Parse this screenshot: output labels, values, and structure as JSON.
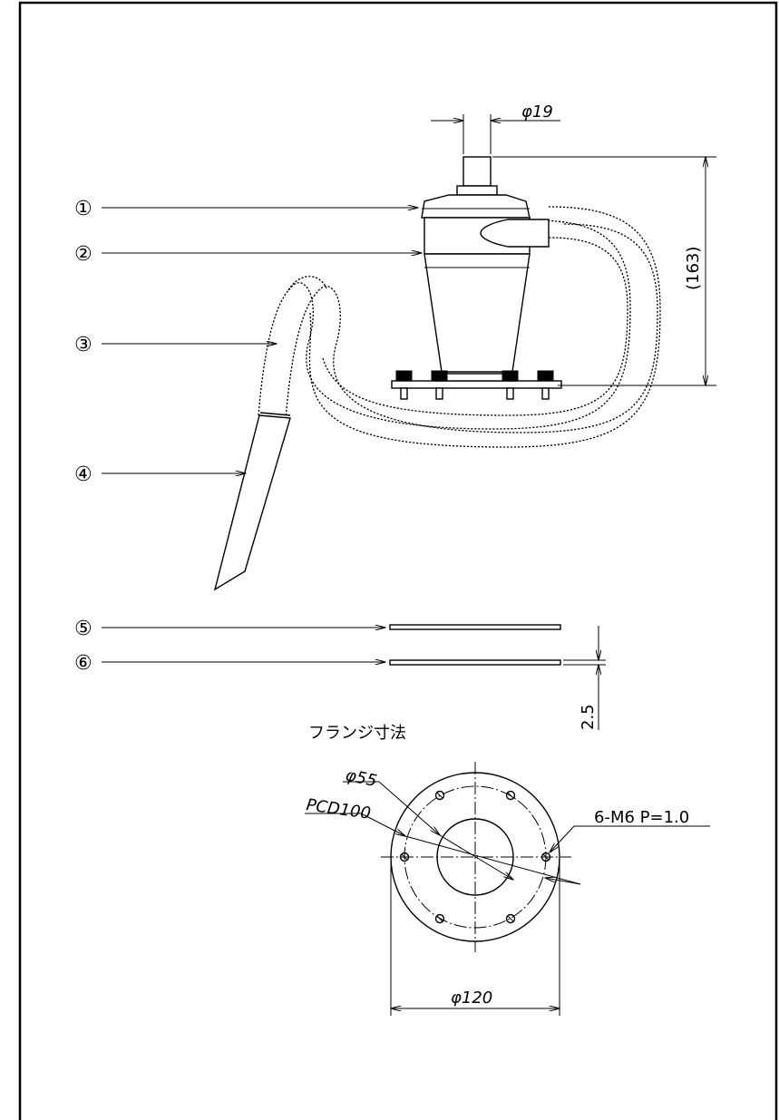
{
  "parts": {
    "p1": "①",
    "p2": "②",
    "p3": "③",
    "p4": "④",
    "p5": "⑤",
    "p6": "⑥"
  },
  "dimensions": {
    "outlet_dia": "φ19",
    "height": "(163)",
    "gasket_thickness": "2.5",
    "flange_title": "フランジ寸法",
    "bore_dia": "φ55",
    "pcd": "PCD100",
    "bolt_holes": "6-M6 P=1.0",
    "flange_dia": "φ120"
  }
}
